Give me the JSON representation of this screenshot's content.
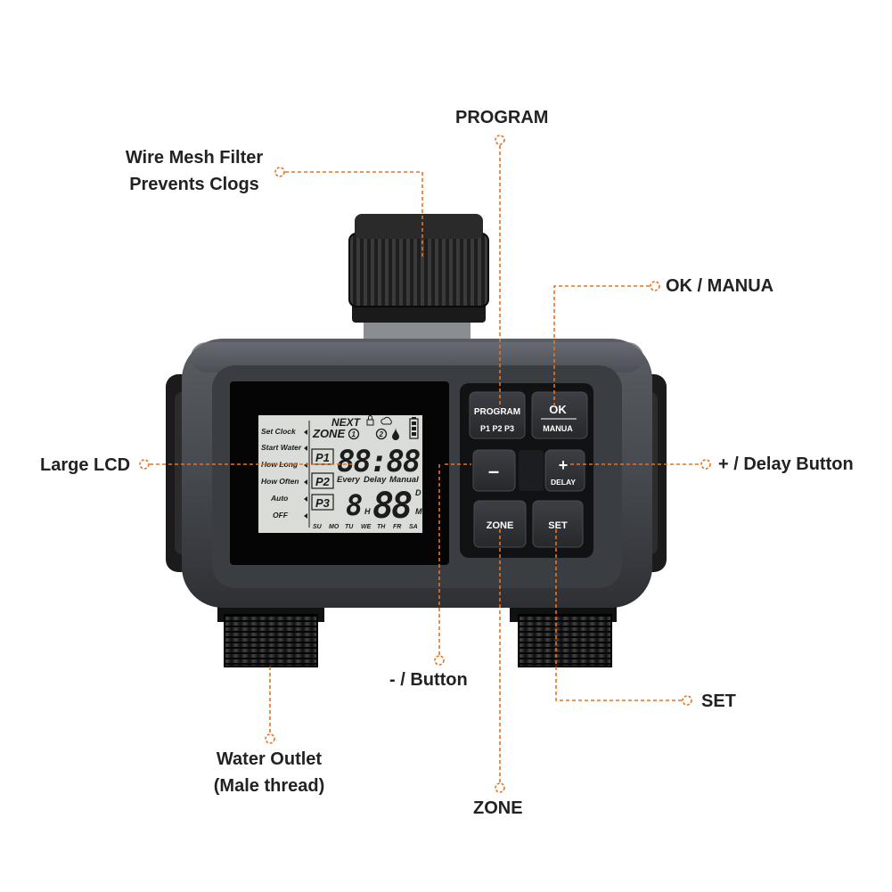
{
  "accent_color": "#e8731e",
  "callouts": {
    "program": "PROGRAM",
    "filter_line1": "Wire Mesh Filter",
    "filter_line2": "Prevents Clogs",
    "ok_manua": "OK / MANUA",
    "large_lcd": "Large LCD",
    "plus_delay": "+ / Delay Button",
    "minus_button": "- / Button",
    "set": "SET",
    "outlet_line1": "Water Outlet",
    "outlet_line2": "(Male thread)",
    "zone": "ZONE"
  },
  "lcd": {
    "menu": [
      "Set Clock",
      "Start Water",
      "How Long",
      "How Often",
      "Auto",
      "OFF"
    ],
    "next": "NEXT",
    "zone": "ZONE",
    "zone_1": "1",
    "zone_2": "2",
    "programs": [
      "P1",
      "P2",
      "P3"
    ],
    "clock_digits": "88:88",
    "mode_labels": [
      "Every",
      "Delay",
      "Manual"
    ],
    "small_digit": "8",
    "h_unit": "H",
    "big_digits": "88",
    "d_unit": "D",
    "m_unit": "M",
    "days": [
      "SU",
      "MO",
      "TU",
      "WE",
      "TH",
      "FR",
      "SA"
    ]
  },
  "buttons": {
    "program": "PROGRAM",
    "program_sub": "P1  P2  P3",
    "ok": "OK",
    "manua": "MANUA",
    "minus": "–",
    "plus": "+",
    "delay": "DELAY",
    "zone": "ZONE",
    "set": "SET"
  }
}
